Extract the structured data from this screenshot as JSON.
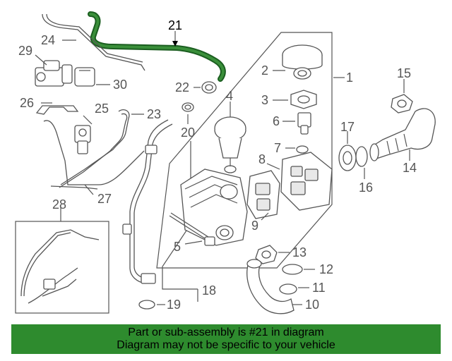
{
  "callouts": {
    "c1": "1",
    "c2": "2",
    "c3": "3",
    "c4": "4",
    "c5": "5",
    "c6": "6",
    "c7": "7",
    "c8": "8",
    "c9": "9",
    "c10": "10",
    "c11": "11",
    "c12": "12",
    "c13": "13",
    "c14": "14",
    "c15": "15",
    "c16": "16",
    "c17": "17",
    "c18": "18",
    "c19": "19",
    "c20": "20",
    "c21": "21",
    "c22": "22",
    "c23": "23",
    "c24": "24",
    "c25": "25",
    "c26": "26",
    "c27": "27",
    "c28": "28",
    "c29": "29",
    "c30": "30"
  },
  "highlight": {
    "part": "21",
    "color": "#2e7d32"
  },
  "banner": {
    "line1": "Part or sub-assembly is #21 in diagram",
    "line2": "Diagram may not be specific to your vehicle",
    "color": "#2e8b2e"
  }
}
